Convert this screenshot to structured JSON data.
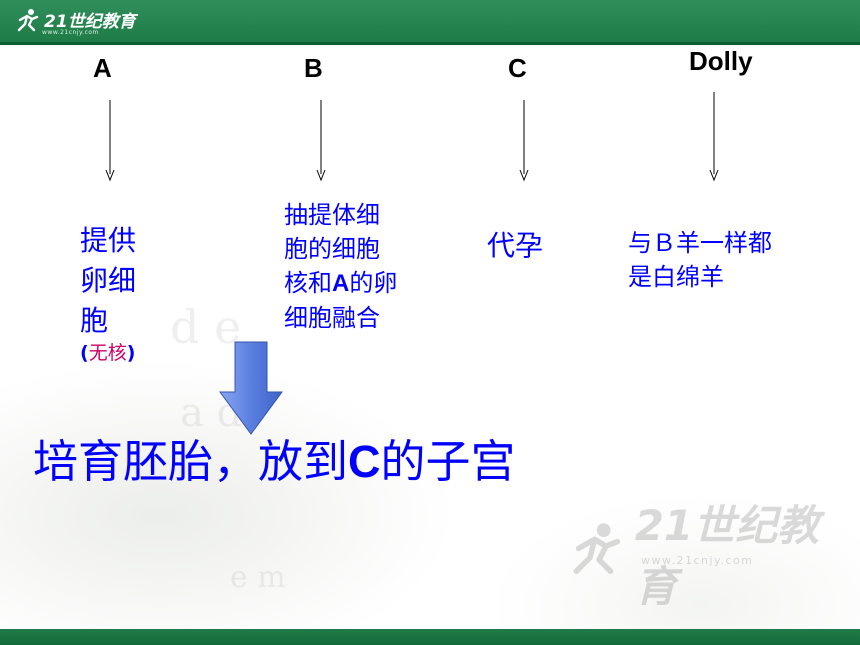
{
  "header": {
    "brand": "21世纪教育",
    "url": "www.21cnjy.com"
  },
  "nodes": [
    {
      "id": "a",
      "label": "A"
    },
    {
      "id": "b",
      "label": "B"
    },
    {
      "id": "c",
      "label": "C"
    },
    {
      "id": "dolly",
      "label": "Dolly"
    }
  ],
  "descriptions": {
    "a": {
      "line1": "提供",
      "line2": "卵细",
      "line3": "胞",
      "note_open": "(",
      "note_word": "无核",
      "note_close": ")"
    },
    "b": {
      "part1": "抽提体细",
      "part2": "胞的细胞",
      "part3": "核和",
      "part3_latin": "A",
      "part3_end": "的卵",
      "part4": "细胞融合"
    },
    "c": {
      "text": "代孕"
    },
    "dolly": {
      "line1": "与Ｂ羊一样都",
      "line2": "是白绵羊"
    }
  },
  "conclusion": {
    "part1": "培育胚胎，放到",
    "latin": "C",
    "part2": "的子宫"
  },
  "watermark": {
    "brand": "21世纪教育",
    "url": "www.21cnjy.com"
  },
  "colors": {
    "header_green": "#1d7a46",
    "text_blue": "#0000ff",
    "note_magenta": "#cc0066",
    "arrow_blue": "#5b7fe0"
  }
}
